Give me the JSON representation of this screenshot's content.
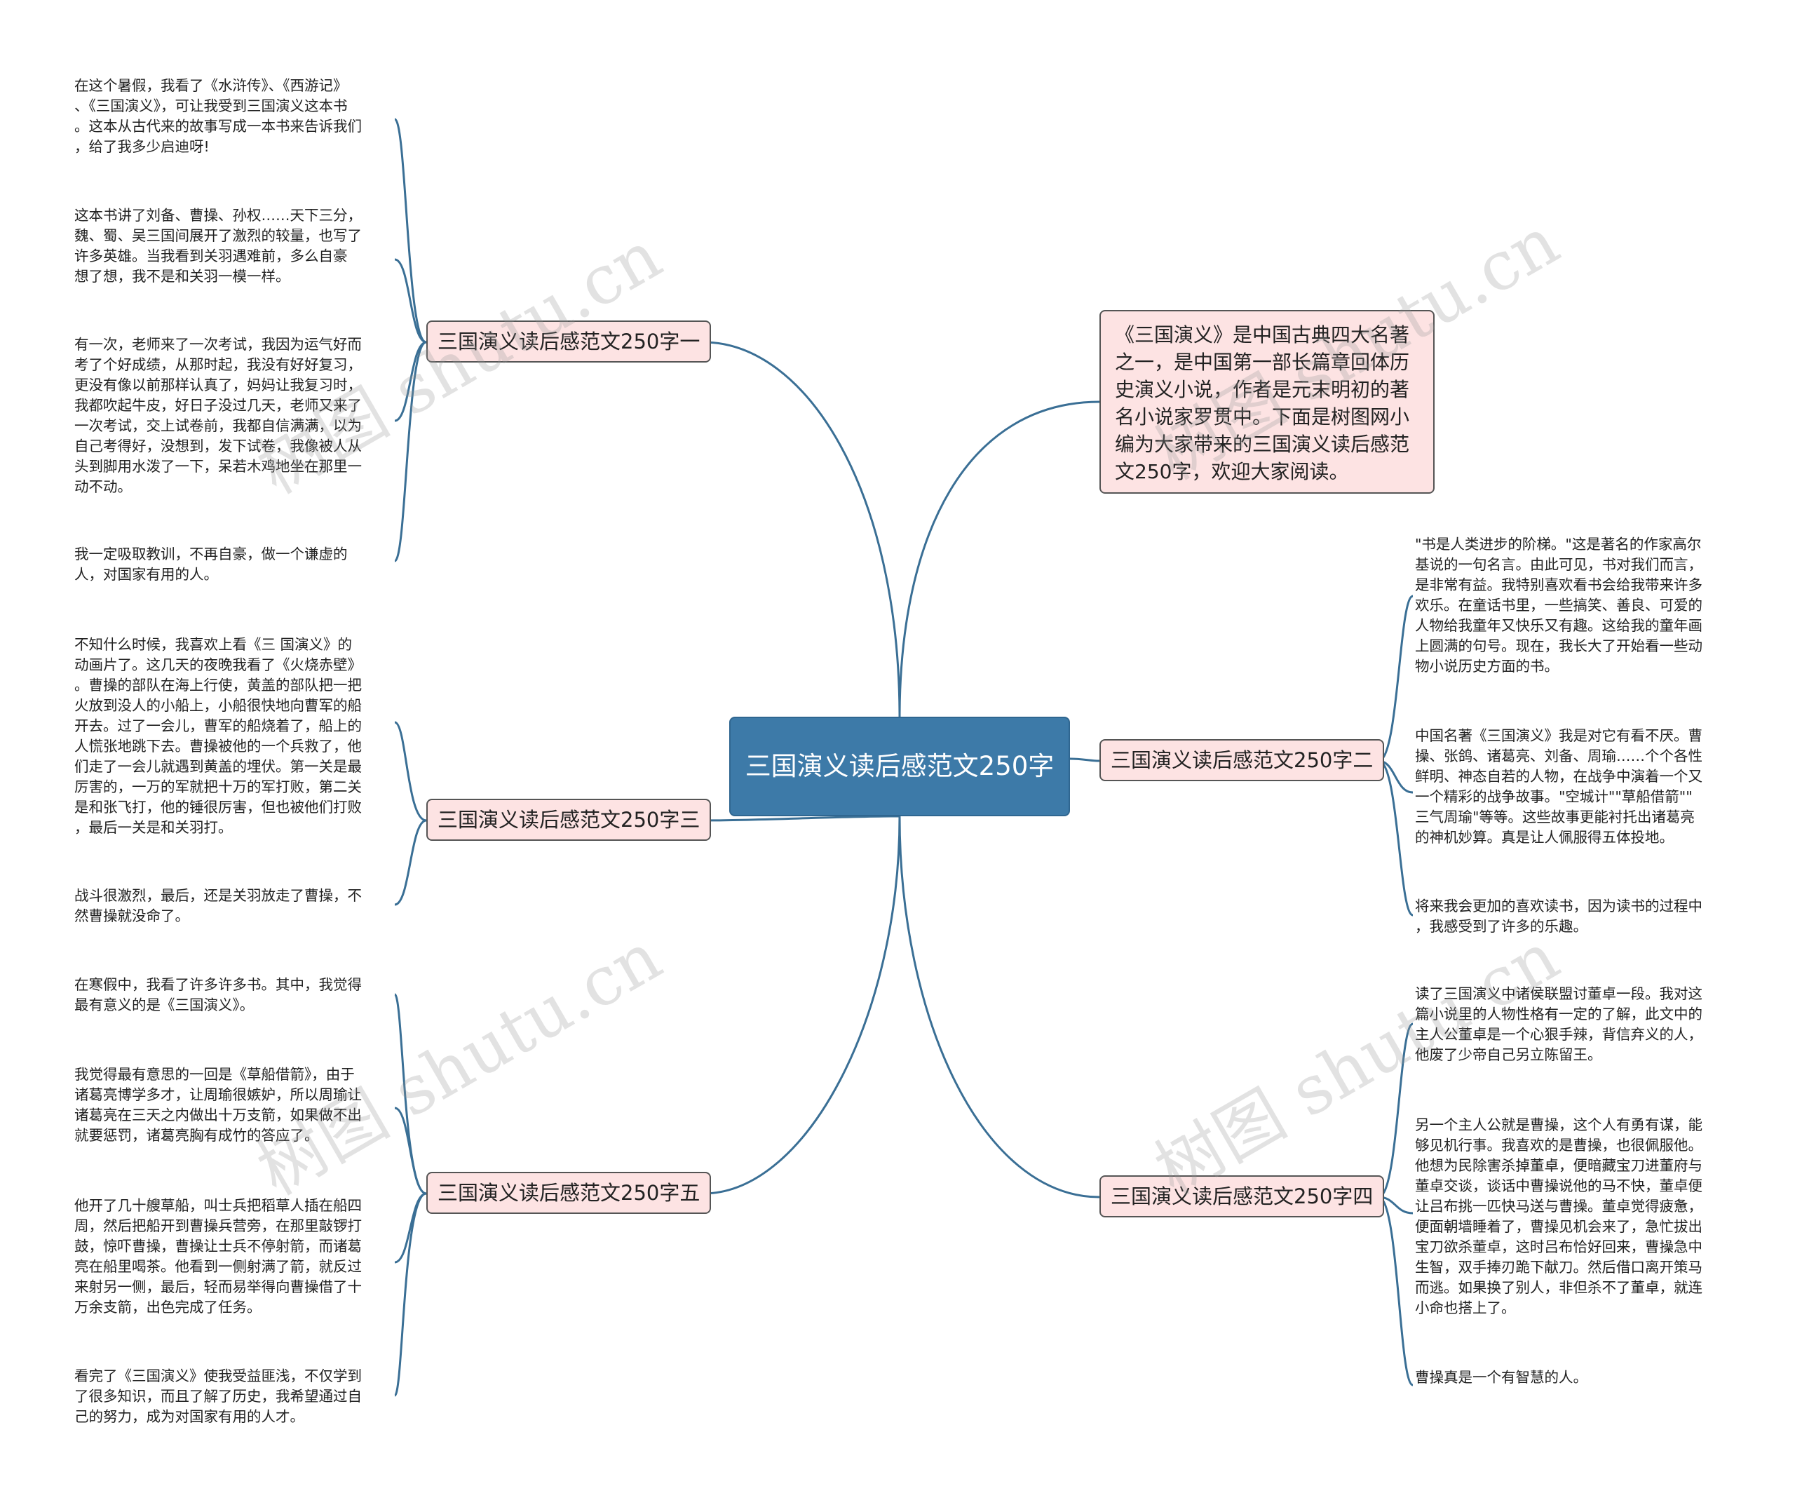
{
  "root": {
    "title": "三国演义读后感范文250字"
  },
  "intro": "《三国演义》是中国古典四大名著之一，是中国第一部长篇章回体历史演义小说，作者是元末明初的著名小说家罗贯中。下面是树图网小编为大家带来的三国演义读后感范文250字，欢迎大家阅读。",
  "branches": [
    {
      "label": "三国演义读后感范文250字一",
      "leaves": [
        "在这个暑假，我看了《水浒传》、《西游记》\n、《三国演义》，可让我受到三国演义这本书\n。这本从古代来的故事写成一本书来告诉我们\n，给了我多少启迪呀!",
        "这本书讲了刘备、曹操、孙权……天下三分，\n魏、蜀、吴三国间展开了激烈的较量，也写了\n许多英雄。当我看到关羽遇难前，多么自豪\n想了想，我不是和关羽一模一样。",
        "有一次，老师来了一次考试，我因为运气好而\n考了个好成绩，从那时起，我没有好好复习，\n更没有像以前那样认真了，妈妈让我复习时，\n我都吹起牛皮，好日子没过几天，老师又来了\n一次考试，交上试卷前，我都自信满满，以为\n自己考得好，没想到，发下试卷，我像被人从\n头到脚用水泼了一下，呆若木鸡地坐在那里一\n动不动。",
        "我一定吸取教训，不再自豪，做一个谦虚的\n人，对国家有用的人。"
      ]
    },
    {
      "label": "三国演义读后感范文250字三",
      "leaves": [
        "不知什么时候，我喜欢上看《三 国演义》的\n动画片了。这几天的夜晚我看了《火烧赤壁》\n。曹操的部队在海上行使，黄盖的部队把一把\n火放到没人的小船上，小船很快地向曹军的船\n开去。过了一会儿，曹军的船烧着了，船上的\n人慌张地跳下去。曹操被他的一个兵救了，他\n们走了一会儿就遇到黄盖的埋伏。第一关是最\n厉害的，一万的军就把十万的军打败，第二关\n是和张飞打，他的锤很厉害，但也被他们打败\n，最后一关是和关羽打。",
        "战斗很激烈，最后，还是关羽放走了曹操，不\n然曹操就没命了。"
      ]
    },
    {
      "label": "三国演义读后感范文250字五",
      "leaves": [
        "在寒假中，我看了许多许多书。其中，我觉得\n最有意义的是《三国演义》。",
        "我觉得最有意思的一回是《草船借箭》，由于\n诸葛亮博学多才，让周瑜很嫉妒，所以周瑜让\n诸葛亮在三天之内做出十万支箭，如果做不出\n就要惩罚，诸葛亮胸有成竹的答应了。",
        "他开了几十艘草船，叫士兵把稻草人插在船四\n周，然后把船开到曹操兵营旁，在那里敲锣打\n鼓，惊吓曹操，曹操让士兵不停射箭，而诸葛\n亮在船里喝茶。他看到一侧射满了箭，就反过\n来射另一侧，最后，轻而易举得向曹操借了十\n万余支箭，出色完成了任务。",
        "看完了《三国演义》使我受益匪浅，不仅学到\n了很多知识，而且了解了历史，我希望通过自\n己的努力，成为对国家有用的人才。"
      ]
    },
    {
      "label": "三国演义读后感范文250字二",
      "leaves": [
        "\"书是人类进步的阶梯。\"这是著名的作家高尔\n基说的一句名言。由此可见，书对我们而言，\n是非常有益。我特别喜欢看书会给我带来许多\n欢乐。在童话书里，一些搞笑、善良、可爱的\n人物给我童年又快乐又有趣。这给我的童年画\n上圆满的句号。现在，我长大了开始看一些动\n物小说历史方面的书。",
        "中国名著《三国演义》我是对它有看不厌。曹\n操、张鸽、诸葛亮、刘备、周瑜……个个各性\n鲜明、神态自若的人物，在战争中演着一个又\n一个精彩的战争故事。\"空城计\"\"草船借箭\"\"\n三气周瑜\"等等。这些故事更能衬托出诸葛亮\n的神机妙算。真是让人佩服得五体投地。",
        "将来我会更加的喜欢读书，因为读书的过程中\n，我感受到了许多的乐趣。"
      ]
    },
    {
      "label": "三国演义读后感范文250字四",
      "leaves": [
        "读了三国演义中诸侯联盟讨董卓一段。我对这\n篇小说里的人物性格有一定的了解，此文中的\n主人公董卓是一个心狠手辣，背信弃义的人，\n他废了少帝自己另立陈留王。",
        "另一个主人公就是曹操，这个人有勇有谋，能\n够见机行事。我喜欢的是曹操，也很佩服他。\n他想为民除害杀掉董卓，便暗藏宝刀进董府与\n董卓交谈，谈话中曹操说他的马不快，董卓便\n让吕布挑一匹快马送与曹操。董卓觉得疲惫，\n便面朝墙睡着了，曹操见机会来了，急忙拔出\n宝刀欲杀董卓，这时吕布恰好回来，曹操急中\n生智，双手捧刃跪下献刀。然后借口离开策马\n而逃。如果换了别人，非但杀不了董卓，就连\n小命也搭上了。",
        "曹操真是一个有智慧的人。"
      ]
    }
  ],
  "watermark": "树图 shutu.cn",
  "colors": {
    "root_fill": "#3d7aa8",
    "branch_fill": "#fde3e3",
    "link": "#3a6f95"
  }
}
